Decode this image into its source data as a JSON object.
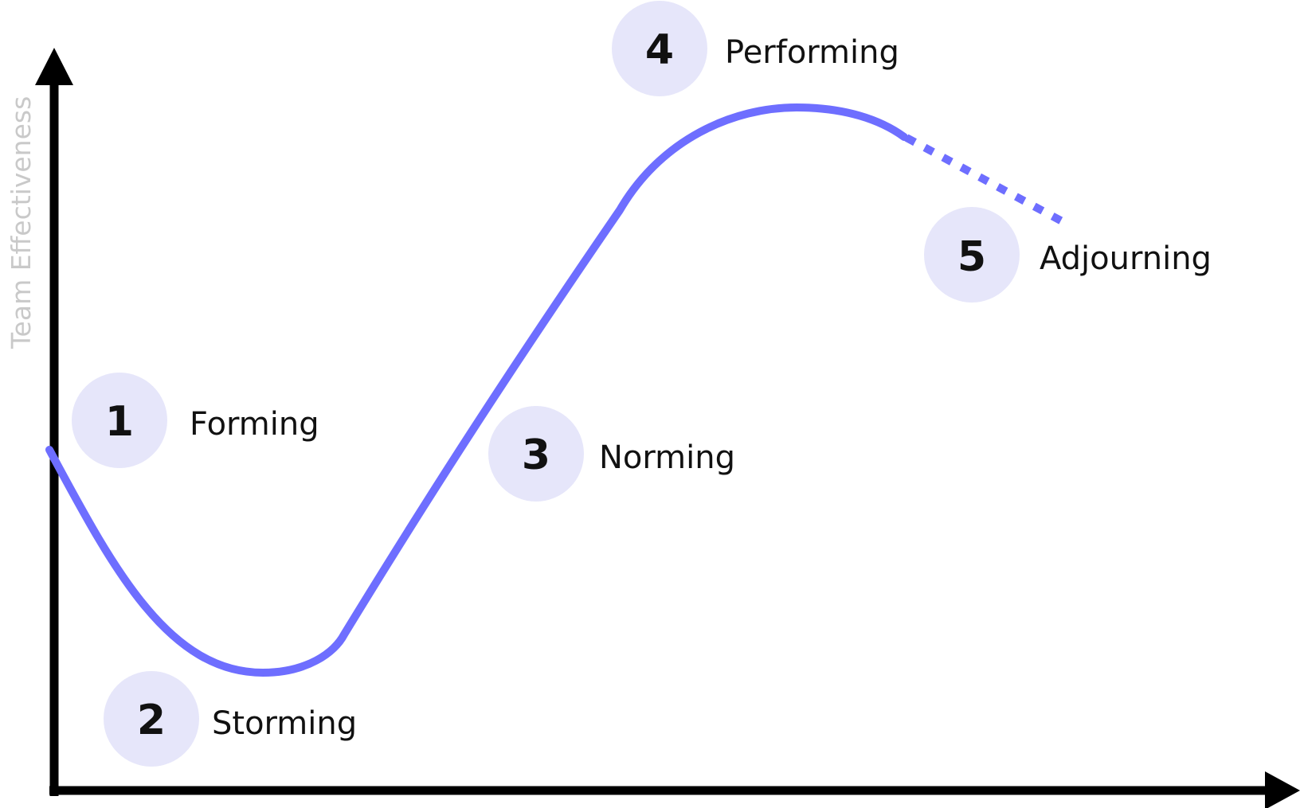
{
  "y_axis_label": "Team Effectiveness",
  "colors": {
    "curve": "#6e6eff",
    "stage_badge": "#e6e6fa",
    "axis": "#000000",
    "axis_label": "#c9c9c9"
  },
  "stages": [
    {
      "number": "1",
      "label": "Forming"
    },
    {
      "number": "2",
      "label": "Storming"
    },
    {
      "number": "3",
      "label": "Norming"
    },
    {
      "number": "4",
      "label": "Performing"
    },
    {
      "number": "5",
      "label": "Adjourning"
    }
  ]
}
